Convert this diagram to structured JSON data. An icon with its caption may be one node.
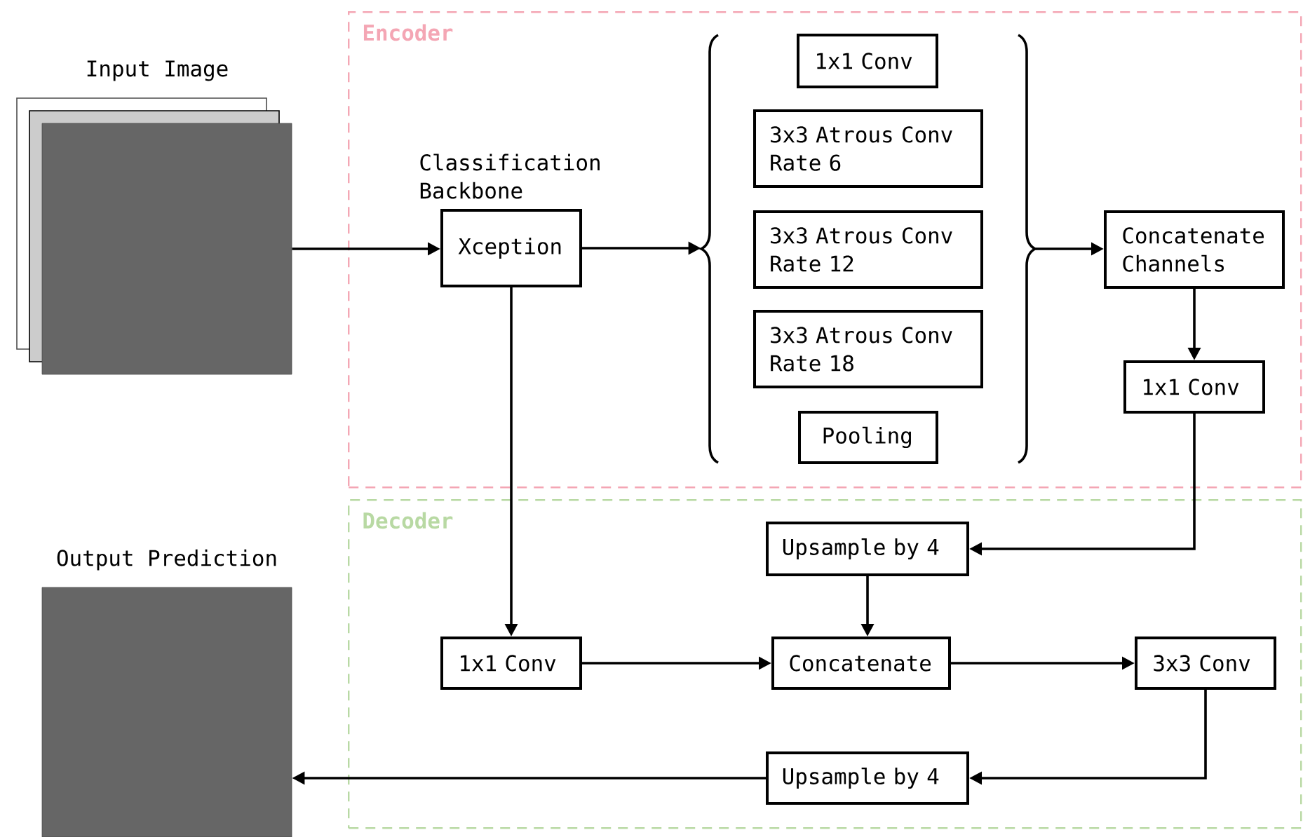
{
  "diagram": {
    "nodes": [
      {
        "text": [
          "Encoder"
        ]
      },
      {
        "text": [
          "Decoder"
        ]
      },
      {
        "text": [
          "Input Image"
        ]
      },
      {
        "text": [
          "Xception"
        ],
        "beside": [
          "Classification Backbone"
        ],
        "in": 0
      },
      {
        "text": [],
        "shape": "bracket",
        "in": 0
      },
      {
        "text": [
          "1x1 Conv"
        ],
        "in": 4
      },
      {
        "text": [
          "3x3 Atrous Conv Rate 6"
        ],
        "in": 4
      },
      {
        "text": [
          "3x3 Atrous Conv Rate 12"
        ],
        "in": 4
      },
      {
        "text": [
          "3x3 Atrous Conv Rate 18"
        ],
        "in": 4
      },
      {
        "text": [
          "Pooling"
        ],
        "in": 4
      },
      {
        "text": [
          "Concatenate Channels"
        ],
        "in": 0
      },
      {
        "text": [
          "1x1 Conv"
        ],
        "in": 0
      },
      {
        "text": [
          "Upsample by 4"
        ],
        "in": 1
      },
      {
        "text": [
          "1x1 Conv"
        ],
        "in": 1
      },
      {
        "text": [
          "Concatenate"
        ],
        "in": 1
      },
      {
        "text": [
          "3x3 Conv"
        ],
        "in": 1
      },
      {
        "text": [
          "Upsample by 4"
        ],
        "in": 1
      },
      {
        "text": [
          "Output Prediction"
        ]
      }
    ],
    "edges": [
      {
        "from": 2,
        "to": 3,
        "arrow": "to"
      },
      {
        "from": 3,
        "to": 4,
        "arrow": "to"
      },
      {
        "from": 4,
        "to": 10,
        "arrow": "to"
      },
      {
        "from": 10,
        "to": 11,
        "arrow": "to"
      },
      {
        "from": 11,
        "to": 12,
        "arrow": "to"
      },
      {
        "from": 3,
        "to": 13,
        "arrow": "to"
      },
      {
        "from": 12,
        "to": 14,
        "arrow": "to"
      },
      {
        "from": 13,
        "to": 14,
        "arrow": "to"
      },
      {
        "from": 14,
        "to": 15,
        "arrow": "to"
      },
      {
        "from": 15,
        "to": 16,
        "arrow": "to"
      },
      {
        "from": 16,
        "to": 17,
        "arrow": "to"
      }
    ]
  }
}
